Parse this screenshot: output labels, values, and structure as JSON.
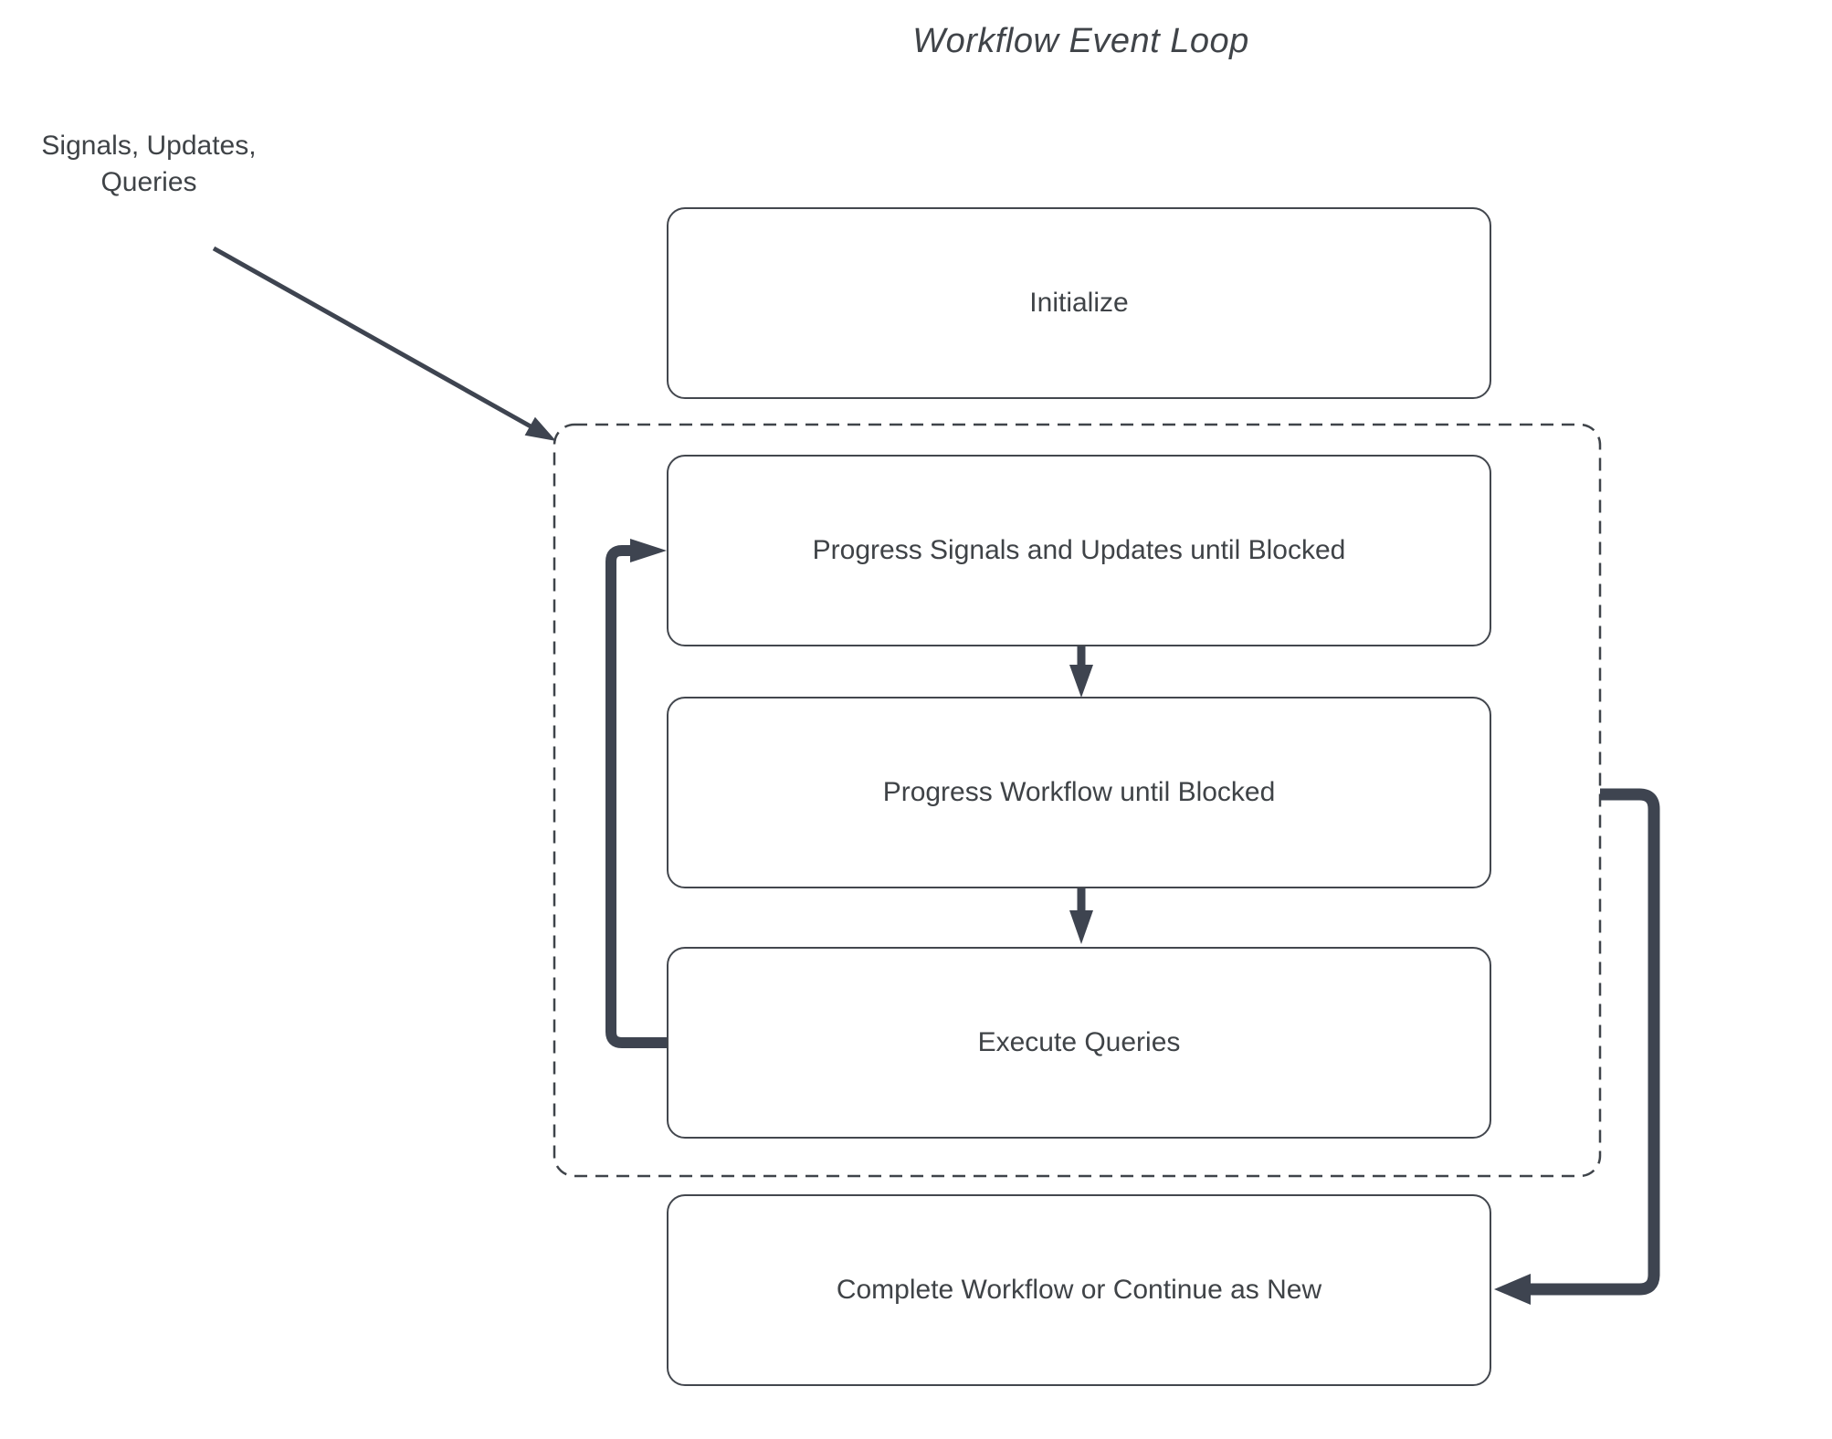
{
  "title": "Workflow Event Loop",
  "annotation": "Signals, Updates,\nQueries",
  "nodes": [
    {
      "id": "initialize",
      "label": "Initialize"
    },
    {
      "id": "progress-signals",
      "label": "Progress Signals and Updates until Blocked"
    },
    {
      "id": "progress-workflow",
      "label": "Progress Workflow until Blocked"
    },
    {
      "id": "execute-queries",
      "label": "Execute Queries"
    },
    {
      "id": "complete-or-continue",
      "label": "Complete Workflow or Continue as New"
    }
  ],
  "group": {
    "type": "dashed-boundary",
    "contains": [
      "progress-signals",
      "progress-workflow",
      "execute-queries"
    ]
  },
  "edges": [
    {
      "from": "signals-updates-queries-annotation",
      "to": "event-loop-group",
      "style": "thin-diagonal-arrow"
    },
    {
      "from": "progress-signals",
      "to": "progress-workflow",
      "style": "arrow-down"
    },
    {
      "from": "progress-workflow",
      "to": "execute-queries",
      "style": "arrow-down"
    },
    {
      "from": "execute-queries",
      "to": "progress-signals",
      "style": "thick-left-loopback-arrow"
    },
    {
      "from": "event-loop-group",
      "to": "complete-or-continue",
      "style": "thick-right-elbow-arrow"
    }
  ],
  "colors": {
    "connector": "#3e4450",
    "box_border": "#43474e",
    "text": "#3f4347",
    "background": "#ffffff"
  }
}
